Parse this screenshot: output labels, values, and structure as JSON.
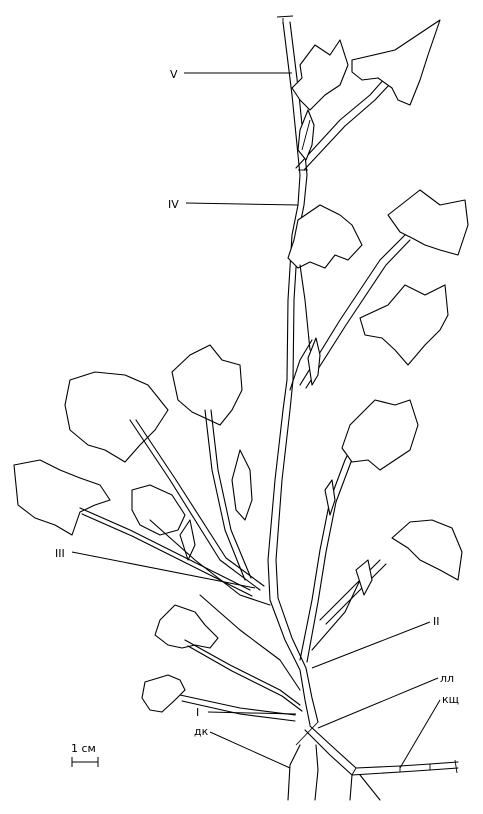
{
  "labels": {
    "V": "V",
    "IV": "IV",
    "III": "III",
    "II": "II",
    "I": "I",
    "ll": "лл",
    "dk": "дк",
    "ksch": "кщ"
  },
  "scale_bar": {
    "text": "1 см"
  }
}
